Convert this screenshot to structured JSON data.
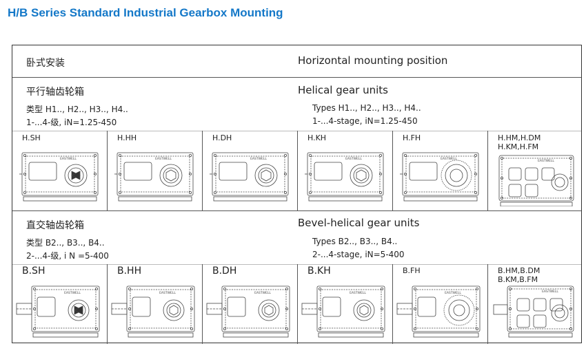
{
  "page": {
    "title": "H/B Series Standard Industrial Gearbox Mounting"
  },
  "header_row": {
    "cn": "卧式安装",
    "en": "Horizontal mounting position"
  },
  "helical": {
    "cn_title": "平行轴齿轮箱",
    "cn_types": "类型 H1.., H2.., H3.., H4..",
    "cn_stage": "1-...4-级, iN=1.25-450",
    "en_title": "Helical gear units",
    "en_types": "Types H1.., H2.., H3.., H4..",
    "en_stage": "1-...4-stage, iN=1.25-450",
    "variants": [
      {
        "label": "H.SH"
      },
      {
        "label": "H.HH"
      },
      {
        "label": "H.DH"
      },
      {
        "label": "H.KH"
      },
      {
        "label": "H.FH"
      },
      {
        "label": "H.HM,H.DM",
        "label2": "H.KM,H.FM"
      }
    ]
  },
  "bevel": {
    "cn_title": "直交轴齿轮箱",
    "cn_types": "类型 B2.., B3.., B4..",
    "cn_stage": "2-...4-级, i N =5-400",
    "en_title": "Bevel-helical gear units",
    "en_types": "Types B2.., B3.., B4..",
    "en_stage": "2-...4-stage, iN=5-400",
    "variants": [
      {
        "label": "B.SH"
      },
      {
        "label": "B.HH"
      },
      {
        "label": "B.DH"
      },
      {
        "label": "B.KH"
      },
      {
        "label": "B.FH"
      },
      {
        "label": "B.HM,B.DM",
        "label2": "B.KM,B.FM"
      }
    ]
  },
  "brand_mark": "EASTWELL"
}
